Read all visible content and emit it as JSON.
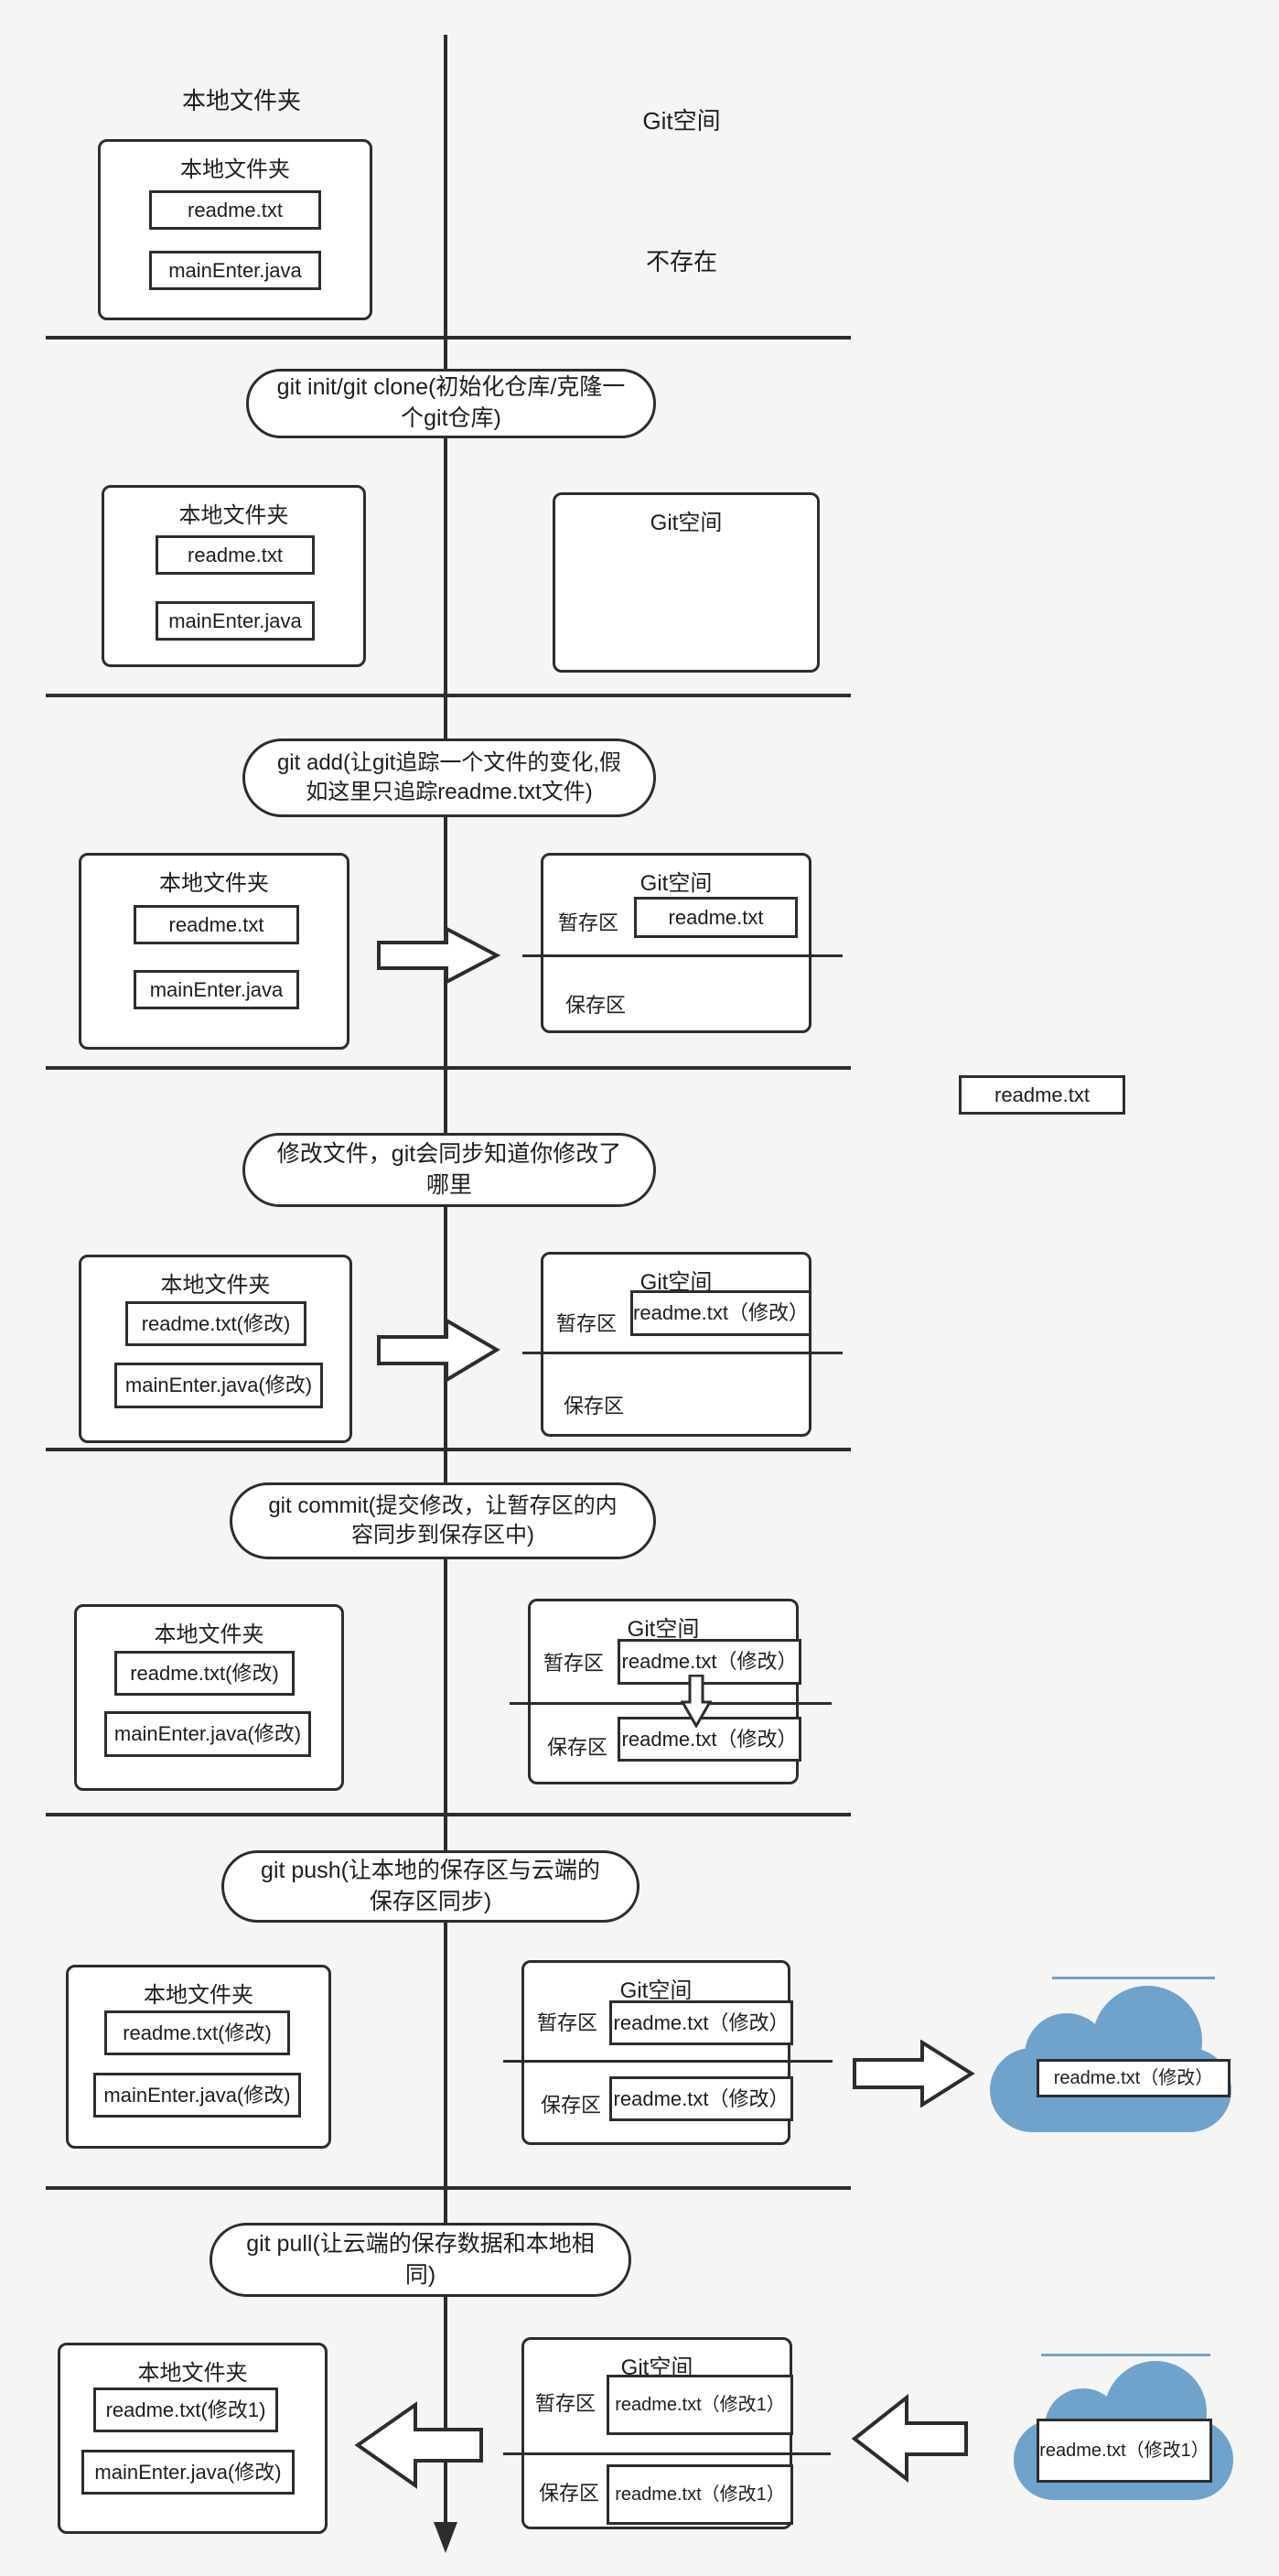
{
  "colors": {
    "background": "#f5f5f4",
    "line": "#2d2d2d",
    "box_fill": "#ffffff",
    "cloud_fill": "#6fa3cc"
  },
  "sections": [
    {
      "name": "start",
      "local": {
        "title": "本地文件夹",
        "files": [
          "readme.txt",
          "mainEnter.java"
        ]
      },
      "git": {
        "title": "Git空间",
        "state": "不存在"
      }
    },
    {
      "name": "git-init",
      "command": "git init/git clone(初始化仓库/克隆一个git仓库)",
      "local": {
        "title": "本地文件夹",
        "files": [
          "readme.txt",
          "mainEnter.java"
        ]
      },
      "git": {
        "title": "Git空间"
      }
    },
    {
      "name": "git-add",
      "command": "git add(让git追踪一个文件的变化,假如这里只追踪readme.txt文件)",
      "local": {
        "title": "本地文件夹",
        "files": [
          "readme.txt",
          "mainEnter.java"
        ]
      },
      "git": {
        "title": "Git空间",
        "staging": {
          "label": "暂存区",
          "file": "readme.txt"
        },
        "save": {
          "label": "保存区"
        }
      },
      "tracked_file": "readme.txt"
    },
    {
      "name": "modify",
      "command": "修改文件，git会同步知道你修改了哪里",
      "local": {
        "title": "本地文件夹",
        "files": [
          "readme.txt(修改)",
          "mainEnter.java(修改)"
        ]
      },
      "git": {
        "title": "Git空间",
        "staging": {
          "label": "暂存区",
          "file": "readme.txt（修改）"
        },
        "save": {
          "label": "保存区"
        }
      }
    },
    {
      "name": "git-commit",
      "command": "git commit(提交修改，让暂存区的内容同步到保存区中)",
      "local": {
        "title": "本地文件夹",
        "files": [
          "readme.txt(修改)",
          "mainEnter.java(修改)"
        ]
      },
      "git": {
        "title": "Git空间",
        "staging": {
          "label": "暂存区",
          "file": "readme.txt（修改）"
        },
        "save": {
          "label": "保存区",
          "file": "readme.txt（修改）"
        }
      }
    },
    {
      "name": "git-push",
      "command": "git push(让本地的保存区与云端的保存区同步)",
      "local": {
        "title": "本地文件夹",
        "files": [
          "readme.txt(修改)",
          "mainEnter.java(修改)"
        ]
      },
      "git": {
        "title": "Git空间",
        "staging": {
          "label": "暂存区",
          "file": "readme.txt（修改）"
        },
        "save": {
          "label": "保存区",
          "file": "readme.txt（修改）"
        }
      },
      "cloud": {
        "file": "readme.txt（修改）"
      }
    },
    {
      "name": "git-pull",
      "command": "git pull(让云端的保存数据和本地相同)",
      "local": {
        "title": "本地文件夹",
        "files": [
          "readme.txt(修改1)",
          "mainEnter.java(修改)"
        ]
      },
      "git": {
        "title": "Git空间",
        "staging": {
          "label": "暂存区",
          "file": "readme.txt（修改1）"
        },
        "save": {
          "label": "保存区",
          "file": "readme.txt（修改1）"
        }
      },
      "cloud": {
        "file": "readme.txt（修改1）"
      }
    }
  ]
}
